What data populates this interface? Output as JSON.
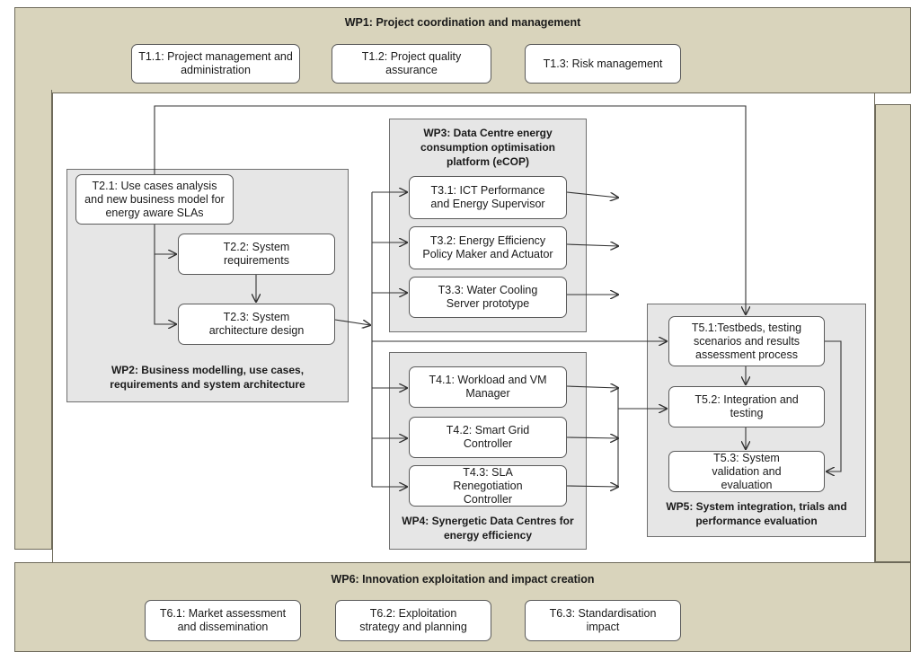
{
  "wp1": {
    "title": "WP1: Project coordination and management",
    "tasks": [
      "T1.1: Project management and administration",
      "T1.2: Project quality assurance",
      "T1.3: Risk management"
    ]
  },
  "wp2": {
    "title": "WP2: Business modelling, use cases, requirements and system architecture",
    "tasks": [
      "T2.1: Use cases analysis and new business model for energy aware SLAs",
      "T2.2: System requirements",
      "T2.3: System architecture design"
    ]
  },
  "wp3": {
    "title": "WP3: Data Centre energy consumption optimisation platform (eCOP)",
    "tasks": [
      "T3.1: ICT Performance and Energy Supervisor",
      "T3.2: Energy Efficiency Policy Maker and Actuator",
      "T3.3: Water Cooling Server prototype"
    ]
  },
  "wp4": {
    "title": "WP4: Synergetic Data Centres for energy efficiency",
    "tasks": [
      "T4.1: Workload and VM Manager",
      "T4.2: Smart Grid Controller",
      "T4.3: SLA Renegotiation Controller"
    ]
  },
  "wp5": {
    "title": "WP5: System integration, trials and performance evaluation",
    "tasks": [
      "T5.1:Testbeds, testing scenarios and results assessment process",
      "T5.2: Integration and testing",
      "T5.3: System validation and evaluation"
    ]
  },
  "wp6": {
    "title": "WP6: Innovation exploitation and impact creation",
    "tasks": [
      "T6.1: Market assessment and dissemination",
      "T6.2: Exploitation strategy and planning",
      "T6.3: Standardisation impact"
    ]
  },
  "colors": {
    "band": "#d9d4bc",
    "wp_box": "#e6e6e6",
    "task": "#ffffff",
    "line": "#333333"
  }
}
